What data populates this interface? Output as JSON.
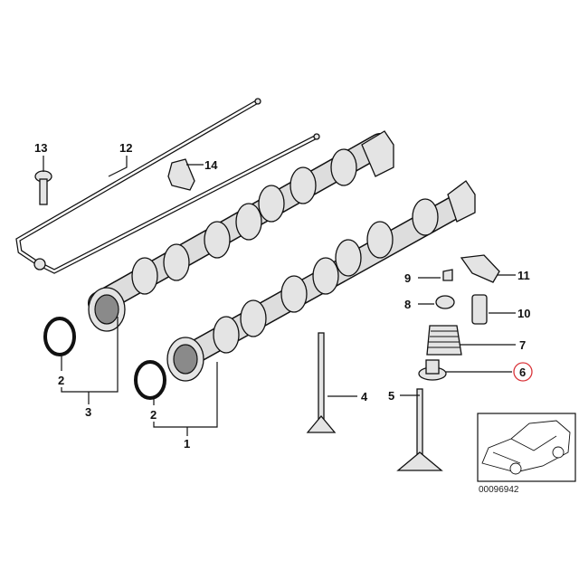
{
  "diagram": {
    "labels": {
      "l1": "1",
      "l2a": "2",
      "l2b": "2",
      "l3": "3",
      "l4": "4",
      "l5": "5",
      "l6": "6",
      "l7": "7",
      "l8": "8",
      "l9": "9",
      "l10": "10",
      "l11": "11",
      "l12": "12",
      "l13": "13",
      "l14": "14"
    },
    "highlighted_label": "6",
    "highlight_color": "#d9343a",
    "inset_code": "00096942"
  }
}
